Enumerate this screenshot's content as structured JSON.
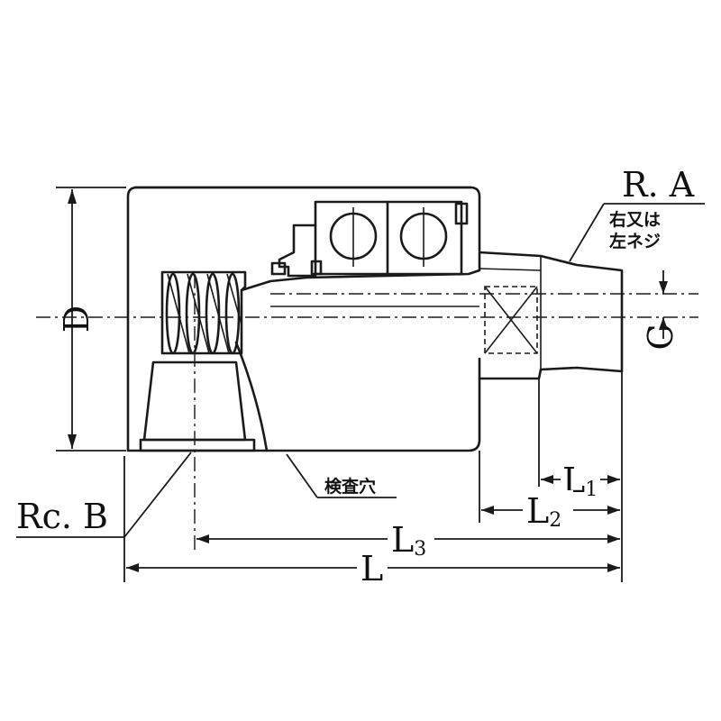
{
  "labels": {
    "thread_a": "R. A",
    "thread_note_line1": "右又は",
    "thread_note_line2": "左ネジ",
    "port_b": "Rc. B",
    "inspection_hole": "検査穴",
    "dim_d": "D",
    "dim_c": "C",
    "dim_l": "L",
    "dim_l1_main": "L",
    "dim_l1_sub": "1",
    "dim_l2_main": "L",
    "dim_l2_sub": "2",
    "dim_l3_main": "L",
    "dim_l3_sub": "3"
  },
  "colors": {
    "ink": "#1a1a1a",
    "background": "#ffffff"
  }
}
